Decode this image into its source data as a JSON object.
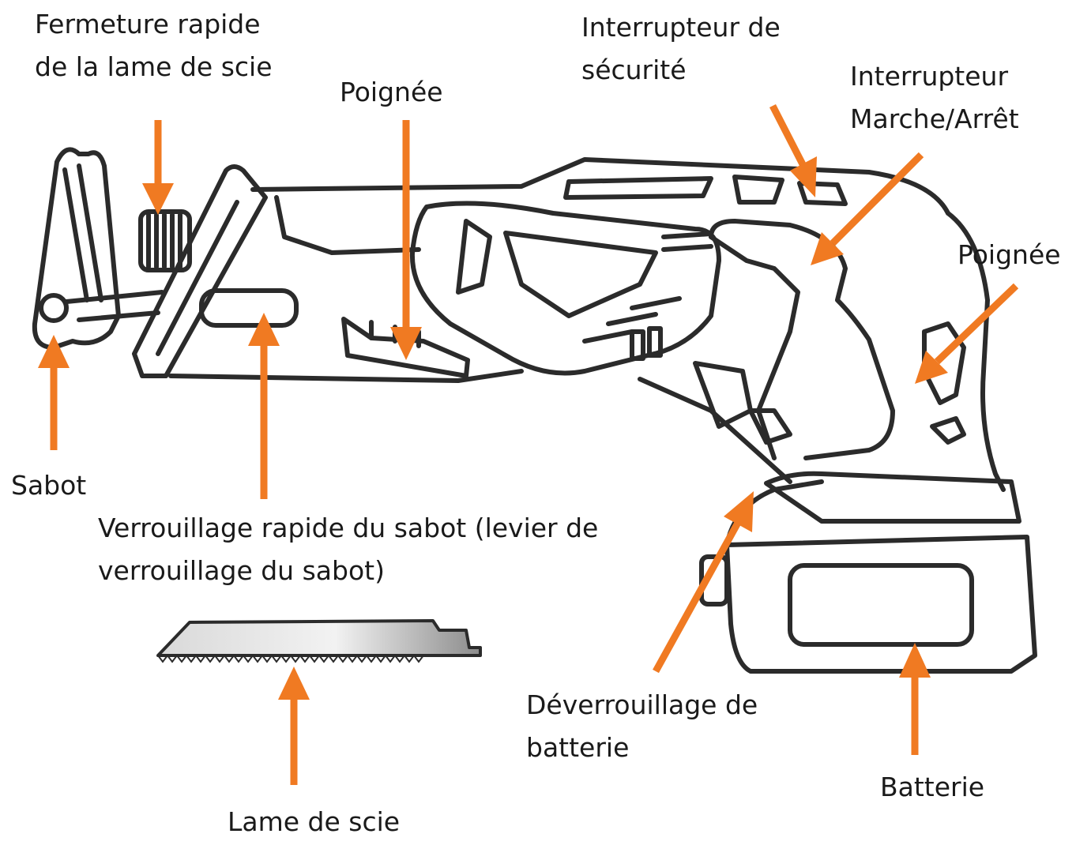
{
  "labels": {
    "fermeture": [
      "Fermeture rapide",
      "de la lame de scie"
    ],
    "poignee_top": "Poignée",
    "interrupteur_securite": [
      "Interrupteur de",
      "sécurité"
    ],
    "interrupteur_marche": [
      "Interrupteur",
      "Marche/Arrêt"
    ],
    "poignee_right": "Poignée",
    "sabot": "Sabot",
    "verrouillage": [
      "Verrouillage rapide du sabot (levier de",
      "verrouillage du sabot)"
    ],
    "deverrouillage": [
      "Déverrouillage de",
      "batterie"
    ],
    "batterie": "Batterie",
    "lame": "Lame de scie"
  },
  "colors": {
    "arrow": "#f07a22",
    "outline": "#2b2b2b",
    "text": "#1a1a1a"
  }
}
